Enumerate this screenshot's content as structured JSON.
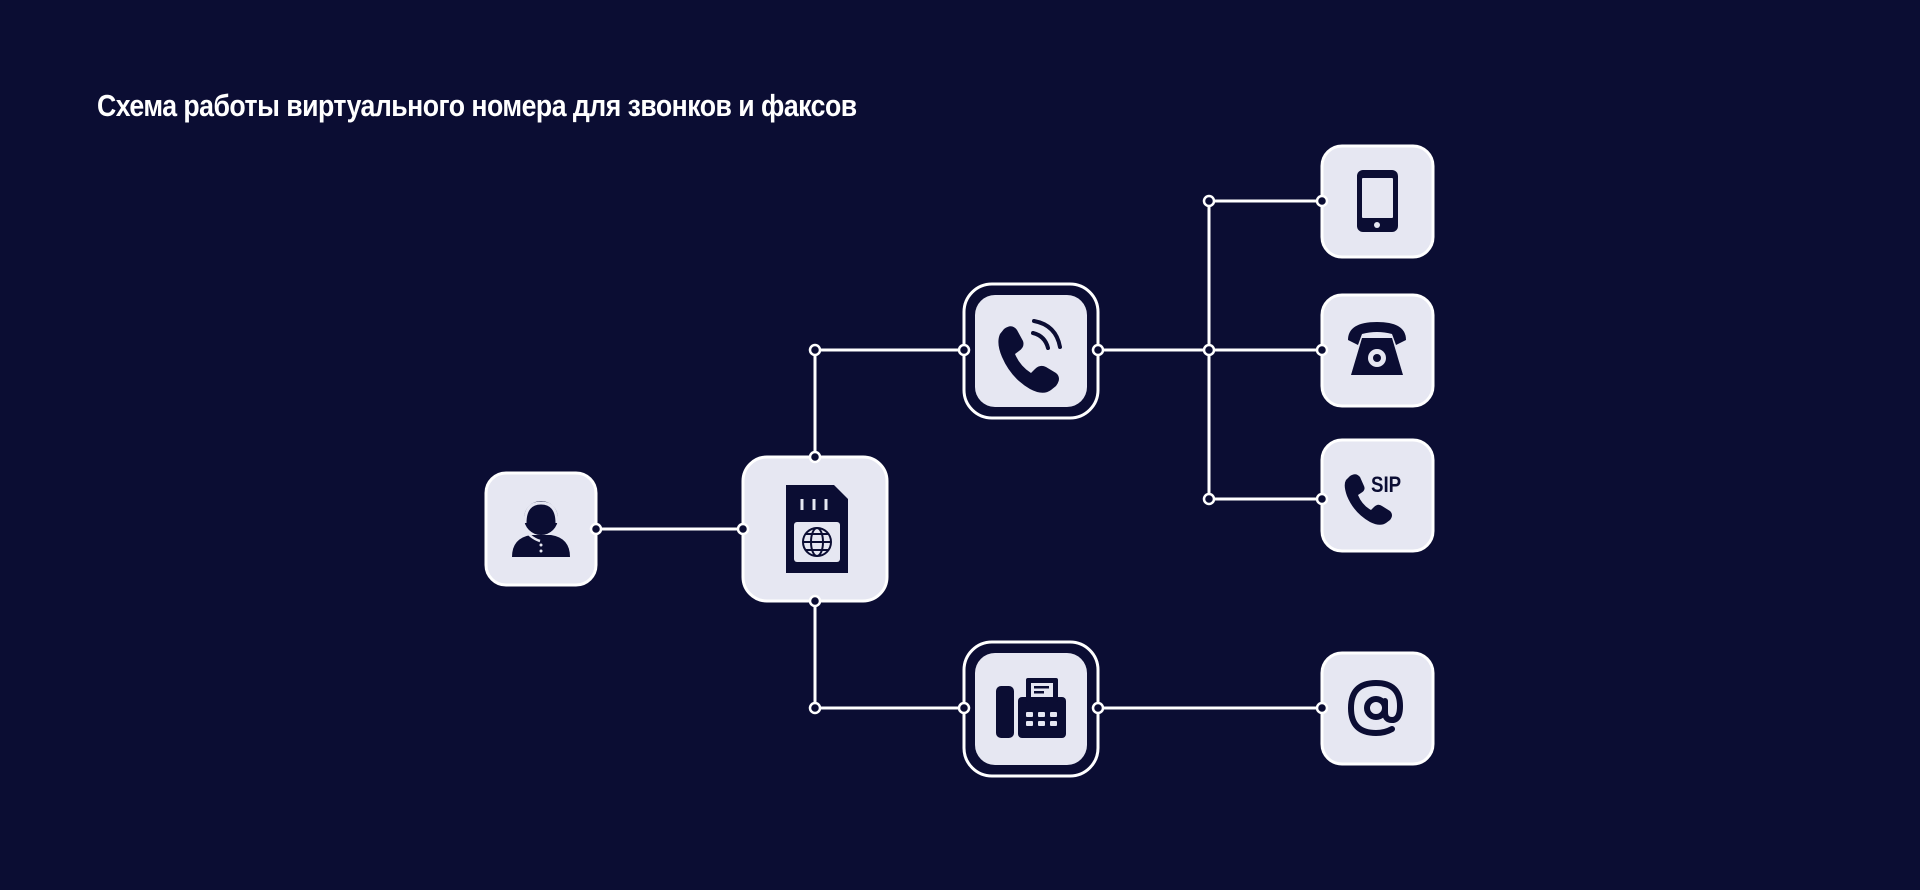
{
  "title": "Схема работы виртуального номера для звонков и факсов",
  "colors": {
    "background": "#0b0d33",
    "node_fill": "#e6e7f2",
    "icon": "#0b0d33",
    "connector": "#ffffff"
  },
  "nodes": [
    {
      "id": "operator",
      "icon": "operator-headset-icon"
    },
    {
      "id": "virtual-sim",
      "icon": "sim-card-globe-icon"
    },
    {
      "id": "voice-call",
      "icon": "phone-call-icon"
    },
    {
      "id": "fax",
      "icon": "fax-machine-icon"
    },
    {
      "id": "mobile",
      "icon": "mobile-phone-icon"
    },
    {
      "id": "landline",
      "icon": "landline-telephone-icon"
    },
    {
      "id": "sip",
      "icon": "sip-phone-icon",
      "label": "SIP"
    },
    {
      "id": "email",
      "icon": "email-at-icon"
    }
  ],
  "edges": [
    [
      "operator",
      "virtual-sim"
    ],
    [
      "virtual-sim",
      "voice-call"
    ],
    [
      "virtual-sim",
      "fax"
    ],
    [
      "voice-call",
      "mobile"
    ],
    [
      "voice-call",
      "landline"
    ],
    [
      "voice-call",
      "sip"
    ],
    [
      "fax",
      "email"
    ]
  ]
}
